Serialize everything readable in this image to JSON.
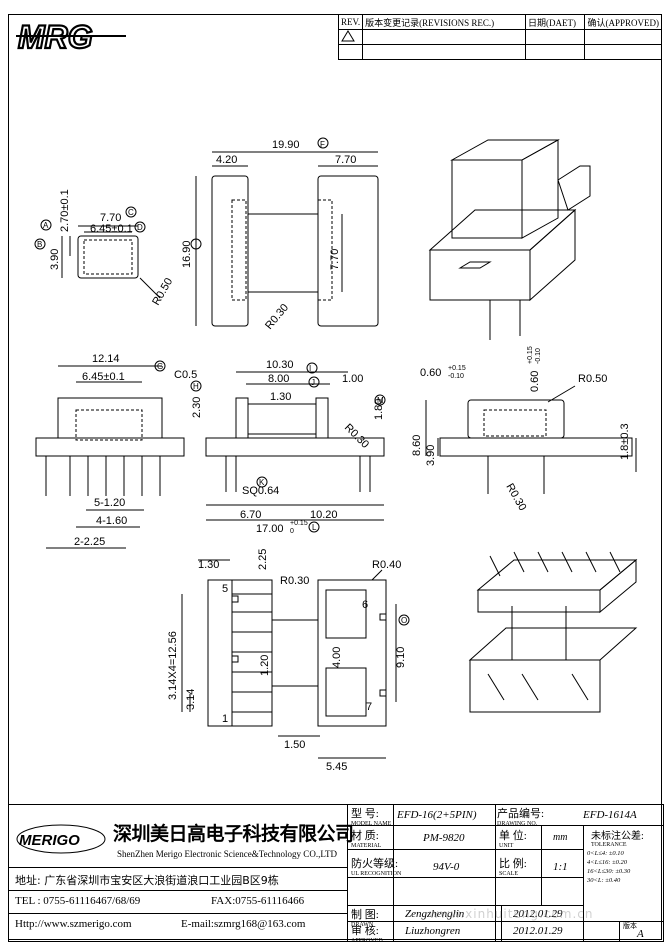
{
  "logo": {
    "text": "MRG"
  },
  "revisions": {
    "rev_header": "REV.",
    "record_header": "版本变更记录(REVISIONS REC.)",
    "date_header": "日期(DAET)",
    "approved_header": "确认(APPROVED)"
  },
  "top_view": {
    "overall_width": "19.90",
    "left_flange": "4.20",
    "right_flange": "7.70",
    "height": "16.90",
    "inner_height": "7.70",
    "radius": "R0.30",
    "tag_f": "F"
  },
  "side_small": {
    "width": "7.70",
    "inner": "6.45±0.1",
    "h1": "2.70±0.1",
    "h2": "3.90",
    "radius": "R0.50",
    "tag_c": "C",
    "tag_d": "D",
    "tag_a": "A",
    "tag_b": "B"
  },
  "front_view": {
    "width": "12.14",
    "inner": "6.45±0.1",
    "pitch1": "5-1.20",
    "pitch2": "4-1.60",
    "pitch3": "2-2.25",
    "tag_g": "G"
  },
  "section_view": {
    "chamfer": "C0.5",
    "top": "10.30",
    "inner": "8.00",
    "wall": "1.00",
    "slot": "1.30",
    "h": "2.30",
    "h2": "1.80",
    "radius": "R0.30",
    "pin": "SQ0.64",
    "d1": "6.70",
    "d2": "10.20",
    "total": "17.00",
    "total_tol_upper": "+0.15",
    "total_tol_lower": "0",
    "tag_h": "H",
    "tag_i": "I",
    "tag_j": "J",
    "tag_k": "K",
    "tag_l": "L",
    "tag_m": "M"
  },
  "right_view": {
    "d1": "0.60",
    "d1_tol_upper": "+0.15",
    "d1_tol_lower": "-0.10",
    "d2": "0.60",
    "d2_tol_upper": "+0.15",
    "d2_tol_lower": "-0.10",
    "radius": "R0.50",
    "h1": "8.60",
    "h2": "3.90",
    "h3": "1.8±0.3",
    "radius2": "R0.30"
  },
  "bottom_view": {
    "d1": "1.30",
    "d2": "2.25",
    "radius1": "R0.30",
    "radius2": "R0.40",
    "pitch": "3.14X4=12.56",
    "d3": "3.14",
    "d4": "1.20",
    "d5": "4.00",
    "d6": "9.10",
    "d7": "1.50",
    "d8": "5.45",
    "tag_o": "O",
    "pins": [
      "5",
      "1",
      "6",
      "7"
    ]
  },
  "title_block": {
    "company_logo": "MERIGO",
    "company_cn": "深圳美日高电子科技有限公司",
    "company_en": "ShenZhen Merigo Electronic Science&Technology CO.,LTD",
    "address": "地址: 广东省深圳市宝安区大浪街道浪口工业园B区9栋",
    "tel": "TEL : 0755-61116467/68/69",
    "fax": "FAX:0755-61116466",
    "http": "Http://www.szmerigo.com",
    "email": "E-mail:szmrg168@163.com",
    "model_label": "型 号:",
    "model_sub": "MODEL NAME",
    "model_value": "EFD-16(2+5PIN)",
    "drawing_label": "产品编号:",
    "drawing_sub": "DRAWING NO.",
    "drawing_value": "EFD-1614A",
    "material_label": "材 质:",
    "material_sub": "MATERIAL",
    "material_value": "PM-9820",
    "unit_label": "单 位:",
    "unit_sub": "UNIT",
    "unit_value": "mm",
    "tolerance_label": "未标注公差:",
    "tolerance_sub": "TOLERANCE",
    "fire_label": "防火等级:",
    "fire_sub": "UL RECOGNITION",
    "fire_value": "94V-0",
    "scale_label": "比 例:",
    "scale_sub": "SCALE",
    "scale_value": "1:1",
    "tol_lines": [
      "0<L≤4:  ±0.10",
      "4<L≤16: ±0.20",
      "16<L≤30: ±0.30",
      "30<L: ±0.40"
    ],
    "drawn_label": "制 图:",
    "drawn_sub": "DRAWN",
    "drawn_value": "Zengzhenglin",
    "drawn_date": "2012.01.29",
    "approved_label": "审 核:",
    "approved_sub": "APPROVED",
    "approved_value": "Liuzhongren",
    "approved_date": "2012.01.29",
    "version_label": "版本",
    "version_value": "A"
  },
  "watermark": {
    "text": "www.xinhuiteng.com.cn"
  }
}
